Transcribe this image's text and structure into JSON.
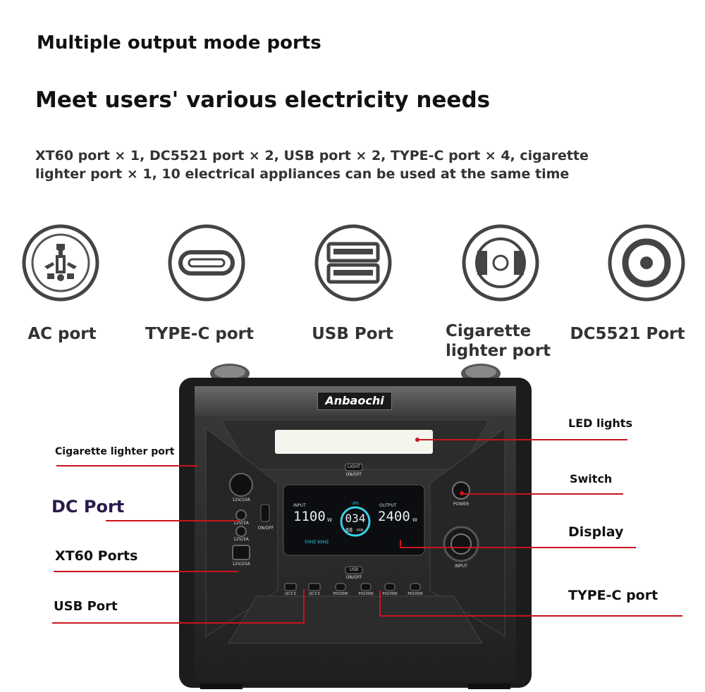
{
  "header": {
    "title": "Multiple output mode ports",
    "subtitle": "Meet users' various electricity needs",
    "description": "XT60 port × 1, DC5521 port × 2, USB port × 2, TYPE-C port × 4, cigarette lighter port × 1, 10 electrical appliances can be used at the same time"
  },
  "port_icons": [
    {
      "label": "AC port",
      "icon": "ac-socket-icon"
    },
    {
      "label": "TYPE-C port",
      "icon": "usb-c-icon"
    },
    {
      "label": "USB Port",
      "icon": "usb-a-icon"
    },
    {
      "label": "Cigarette lighter port",
      "icon": "cigarette-lighter-icon"
    },
    {
      "label": "DC5521 Port",
      "icon": "dc-barrel-icon"
    }
  ],
  "device": {
    "brand": "Anbaochi",
    "led_onoff": "ON/OFF",
    "led_button": "LIGHT",
    "power_label": "POWER",
    "usb_onoff": "ON/OFF",
    "usb_button": "USB",
    "dc_onoff": "ON/OFF",
    "input_label": "INPUT",
    "display": {
      "input_title": "INPUT",
      "input_value": "1100",
      "input_unit": "W",
      "percent_label": "UPS",
      "percent_value": "034",
      "minutes": "88",
      "minutes_unit": "MIN",
      "output_title": "OUTPUT",
      "output_value": "2400",
      "output_unit": "W",
      "freq": "50HZ 60HZ"
    },
    "left_port_labels": [
      "12V/10A",
      "12V/3A",
      "12V/3A",
      "12V/25A"
    ],
    "bottom_port_labels": [
      "QC3.0",
      "QC3.0",
      "PD100W",
      "PD100W",
      "PD100W",
      "PD100W"
    ]
  },
  "callouts": {
    "led": "LED lights",
    "switch": "Switch",
    "display": "Display",
    "typec": "TYPE-C port",
    "cig": "Cigarette lighter port",
    "dc": "DC Port",
    "xt60": "XT60 Ports",
    "usb": "USB Port"
  },
  "colors": {
    "accent_line": "#c8141e",
    "device_body": "#2b2b2b",
    "display_text": "#e8eef2",
    "display_accent": "#39d0e6"
  }
}
